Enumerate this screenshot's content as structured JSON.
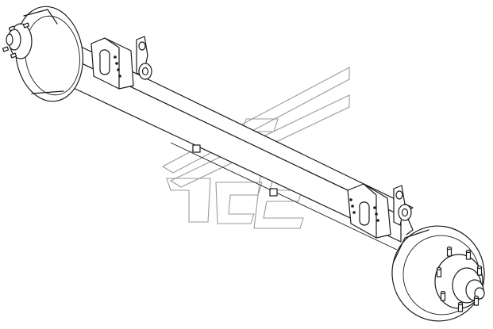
{
  "diagram": {
    "subject": "trailer-axle-assembly",
    "colors": {
      "line": "#1a1a1a",
      "background": "#ffffff",
      "watermark": "#9a9a9a"
    },
    "parts": [
      "left-brake-drum",
      "left-hub-cap",
      "axle-beam",
      "left-spring-seat",
      "left-shackle-bracket",
      "center-pads",
      "right-spring-seat",
      "right-shackle-bracket",
      "right-brake-drum",
      "right-hub-with-studs"
    ]
  }
}
